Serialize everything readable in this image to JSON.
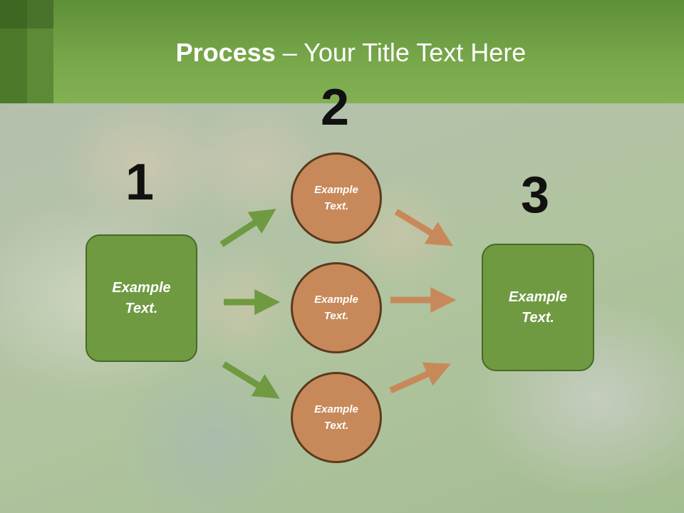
{
  "title": {
    "bold": "Process",
    "rest": " – Your Title Text Here"
  },
  "steps": {
    "one": "1",
    "two": "2",
    "three": "3"
  },
  "left_box": {
    "line1": "Example",
    "line2": "Text."
  },
  "right_box": {
    "line1": "Example",
    "line2": "Text."
  },
  "circles": [
    {
      "line1": "Example",
      "line2": "Text."
    },
    {
      "line1": "Example",
      "line2": "Text."
    },
    {
      "line1": "Example",
      "line2": "Text."
    }
  ],
  "colors": {
    "header_green": "#78a84a",
    "box_green": "#6f9a41",
    "circle_orange": "#c8895a",
    "arrow_green": "#6f9a41",
    "arrow_orange": "#c8895a"
  }
}
